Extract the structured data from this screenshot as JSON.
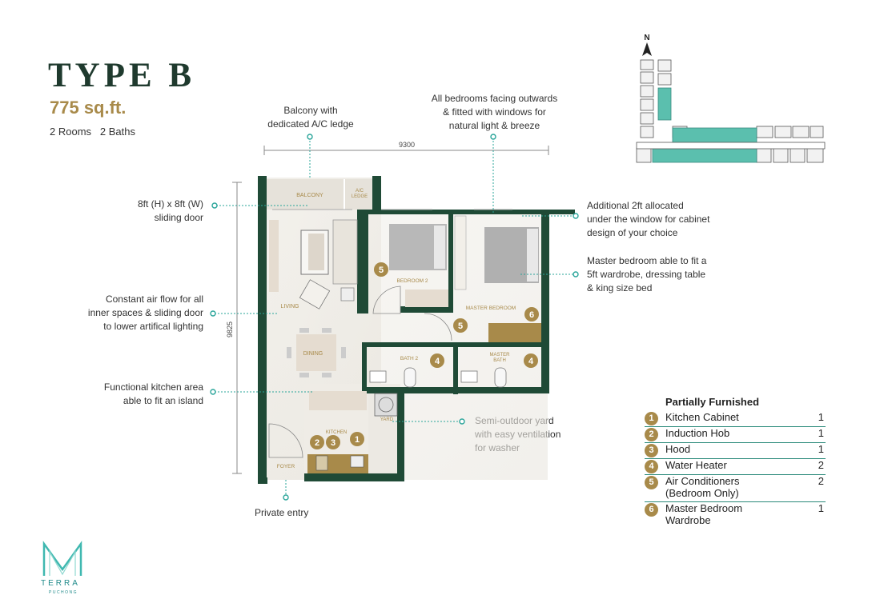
{
  "header": {
    "title": "TYPE B",
    "size": "775 sq.ft.",
    "rooms": "2 Rooms   2 Baths"
  },
  "annotations": {
    "balcony": "Balcony with\ndedicated A/C ledge",
    "bedrooms": "All bedrooms facing outwards\n& fitted with windows for\nnatural light & breeze",
    "sliding_door": "8ft (H) x 8ft (W)\nsliding door",
    "cabinet": "Additional 2ft allocated\nunder the window for cabinet\ndesign of your choice",
    "master": "Master bedroom able to fit a\n5ft wardrobe, dressing table\n& king size bed",
    "airflow": "Constant air flow for all\ninner spaces & sliding door\nto lower artifical lighting",
    "kitchen": "Functional kitchen area\nable to fit an island",
    "yard": "Semi-outdoor yard\nwith easy ventilation\nfor washer",
    "entry": "Private entry"
  },
  "dimensions": {
    "width": "9300",
    "height": "9825"
  },
  "rooms_plan": {
    "balcony": "BALCONY",
    "ac_ledge": "A/C\nLEDGE",
    "bedroom2": "BEDROOM 2",
    "master_bedroom": "MASTER BEDROOM",
    "living": "LIVING",
    "dining": "DINING",
    "bath2": "BATH 2",
    "master_bath": "MASTER\nBATH",
    "yard": "YARD",
    "kitchen": "KITCHEN",
    "foyer": "FOYER"
  },
  "markers": {
    "m1": "1",
    "m2": "2",
    "m3": "3",
    "m4": "4",
    "m5": "5",
    "m6": "6"
  },
  "compass": {
    "north": "N"
  },
  "legend": {
    "title": "Partially Furnished",
    "items": [
      {
        "num": "1",
        "label": "Kitchen Cabinet",
        "qty": "1"
      },
      {
        "num": "2",
        "label": "Induction Hob",
        "qty": "1"
      },
      {
        "num": "3",
        "label": "Hood",
        "qty": "1"
      },
      {
        "num": "4",
        "label": "Water Heater",
        "qty": "2"
      },
      {
        "num": "5",
        "label": "Air Conditioners\n(Bedroom Only)",
        "qty": "2"
      },
      {
        "num": "6",
        "label": "Master Bedroom\nWardrobe",
        "qty": "1"
      }
    ]
  },
  "logo": {
    "name": "TERRA",
    "sub": "PUCHONG",
    "mark": "M"
  },
  "colors": {
    "wall": "#1f4a36",
    "gold": "#a88a4a",
    "teal": "#2aa59a",
    "highlight": "#5bbfae",
    "title": "#1f3a2e"
  }
}
